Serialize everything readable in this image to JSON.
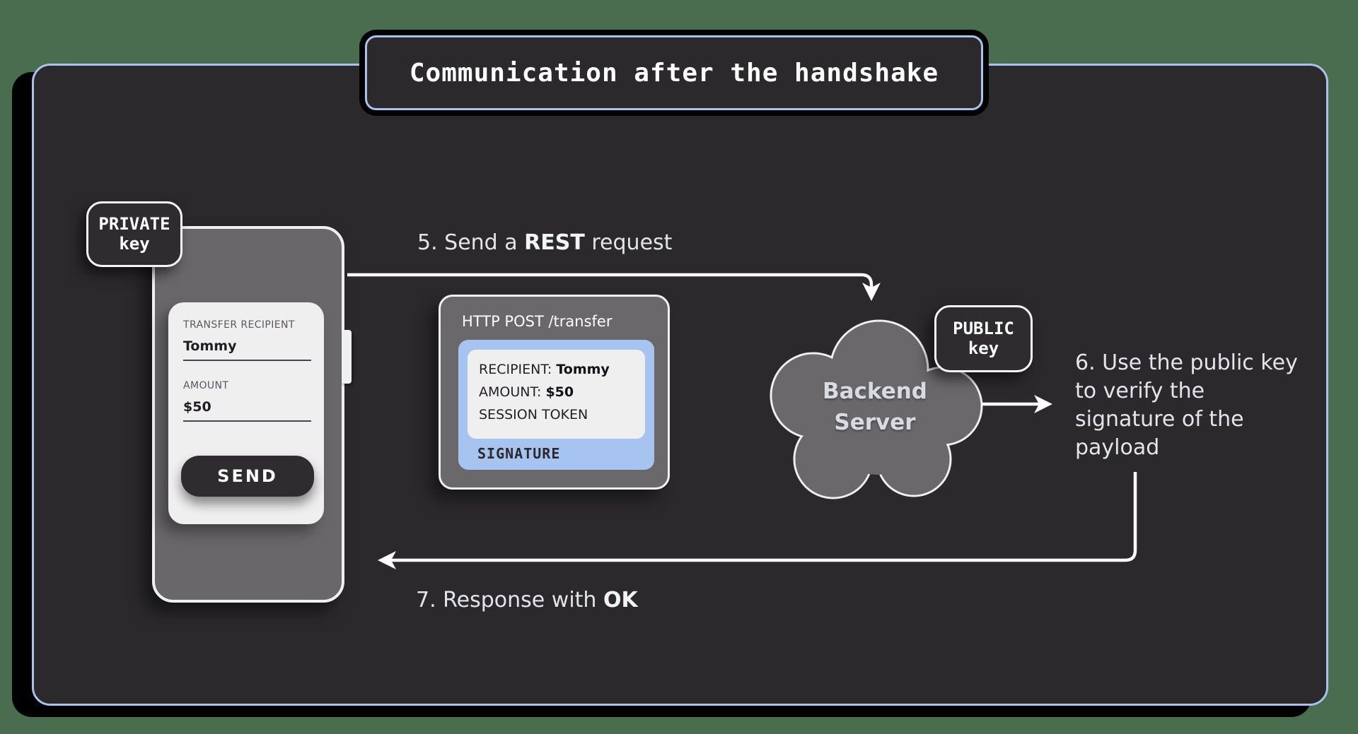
{
  "title": "Communication after the handshake",
  "badges": {
    "private_key": {
      "line1": "PRIVATE",
      "line2": "key"
    },
    "public_key": {
      "line1": "PUBLIC",
      "line2": "key"
    }
  },
  "phone": {
    "form": {
      "recipient_label": "TRANSFER RECIPIENT",
      "recipient_value": "Tommy",
      "amount_label": "AMOUNT",
      "amount_value": "$50",
      "send_label": "SEND"
    }
  },
  "request_box": {
    "title": "HTTP POST /transfer",
    "payload": {
      "recipient_label": "RECIPIENT: ",
      "recipient_value": "Tommy",
      "amount_label": "AMOUNT: ",
      "amount_value": "$50",
      "session_token": "SESSION TOKEN"
    },
    "signature": "SIGNATURE"
  },
  "cloud": {
    "line1": "Backend",
    "line2": "Server"
  },
  "steps": {
    "step5": {
      "prefix": "5. Send a ",
      "bold": "REST",
      "suffix": " request"
    },
    "step6": "6. Use the public key to verify the signature of the payload",
    "step7": {
      "prefix": "7. Response with ",
      "bold": "OK"
    }
  },
  "colors": {
    "background_green": "#4a6d50",
    "frame_dark": "#2b292c",
    "accent_border_blue": "#a9c2ec",
    "surface_gray": "#6a686b",
    "badge_dark": "#2e2c2f",
    "card_white": "#f0eff0",
    "payload_blue": "#a6c4ef",
    "step_text": "#e3e5e9",
    "arrow_white": "#ffffff"
  }
}
